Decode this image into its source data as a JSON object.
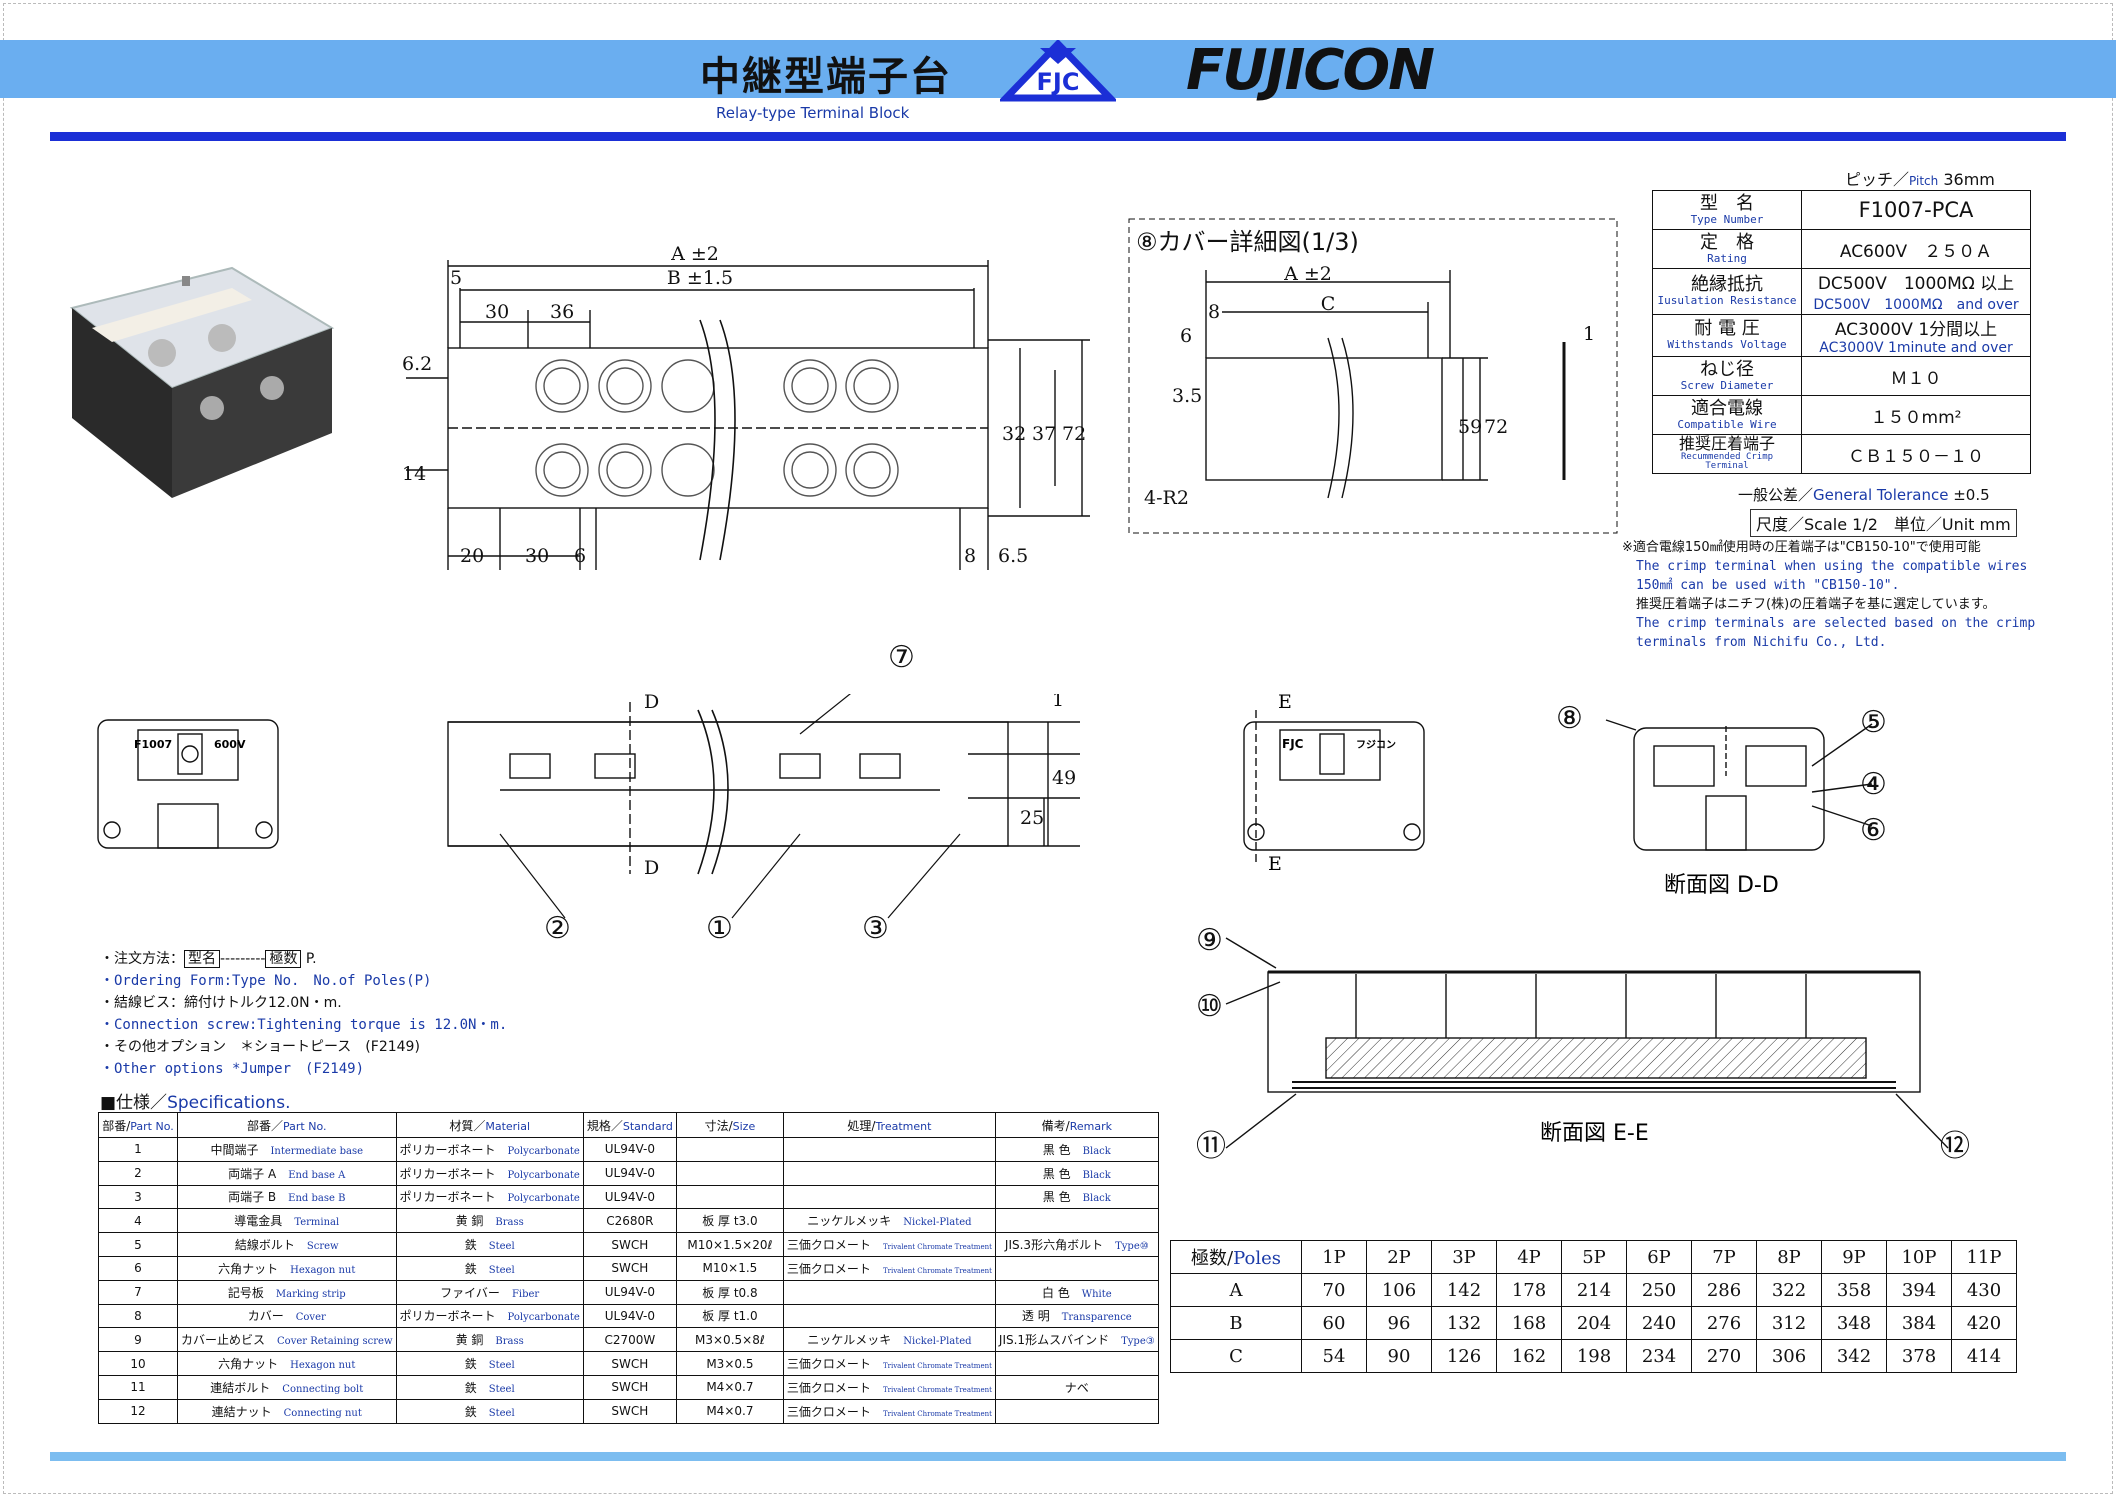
{
  "header": {
    "title_jp": "中継型端子台",
    "subtitle_en": "Relay-type Terminal Block",
    "logo_text": "FJC",
    "brand": "FUJICON"
  },
  "spec": {
    "pitch_jp": "ピッチ／",
    "pitch_en": "Pitch",
    "pitch_value": "36mm",
    "rows": [
      {
        "jp": "型　名",
        "en": "Type Number",
        "value": "F1007-PCA",
        "value2": ""
      },
      {
        "jp": "定　格",
        "en": "Rating",
        "value": "AC600V　２５０Ａ",
        "value2": ""
      },
      {
        "jp": "絶縁抵抗",
        "en": "Iusulation Resistance",
        "value": "DC500V　1000MΩ 以上",
        "value2": "DC500V　1000MΩ　and over"
      },
      {
        "jp": "耐 電 圧",
        "en": "Withstands Voltage",
        "value": "AC3000V 1分間以上",
        "value2": "AC3000V 1minute and over"
      },
      {
        "jp": "ねじ径",
        "en": "Screw Diameter",
        "value": "Ｍ１０",
        "value2": ""
      },
      {
        "jp": "適合電線",
        "en": "Compatible Wire",
        "value": "１５０mm²",
        "value2": ""
      },
      {
        "jp": "推奨圧着端子",
        "en": "Recummended Crimp Terminal",
        "value": "ＣＢ１５０－１０",
        "value2": ""
      }
    ],
    "tolerance_jp": "一般公差／",
    "tolerance_en": "General Tolerance",
    "tolerance_value": "±0.5",
    "scale": "尺度／Scale 1/2　単位／Unit mm",
    "notes": [
      {
        "text": "※適合電線150㎟使用時の圧着端子は\"CB150-10\"で使用可能",
        "en": false
      },
      {
        "text": "The crimp terminal when using the compatible wires",
        "en": true
      },
      {
        "text": "150㎟ can be used with \"CB150-10\".",
        "en": true
      },
      {
        "text": "推奨圧着端子はニチフ(株)の圧着端子を基に選定しています。",
        "en": false
      },
      {
        "text": "The crimp terminals are selected based on the crimp",
        "en": true
      },
      {
        "text": "terminals from Nichifu Co., Ltd.",
        "en": true
      }
    ]
  },
  "drawing": {
    "cover_title": "⑧カバー詳細図(1/3)",
    "section_dd": "断面図 D-D",
    "section_ee": "断面図 E-E",
    "dims": {
      "a": "A ±2",
      "b": "B ±1.5",
      "c": "C",
      "d5": "5",
      "d30": "30",
      "d36": "36",
      "d62": "6.2",
      "d14": "14",
      "d32": "32",
      "d37": "37",
      "d72": "72",
      "d20": "20",
      "d30b": "30",
      "d6": "6",
      "d8": "8",
      "d65": "6.5",
      "d1": "1",
      "d49": "49",
      "d25": "25",
      "c6": "6",
      "c8": "8",
      "c35": "3.5",
      "c59": "59",
      "c72": "72",
      "c1": "1",
      "r2": "4-R2",
      "sd": "D",
      "se": "E"
    },
    "callouts": [
      "①",
      "②",
      "③",
      "④",
      "⑤",
      "⑥",
      "⑦",
      "⑧",
      "⑨",
      "⑩",
      "⑪",
      "⑫"
    ],
    "label_f1007": "F1007",
    "label_600v": "600V",
    "label_fjc": "FJC",
    "label_fujicon": "フジコン"
  },
  "order": {
    "line1_a": "・注文方法：",
    "line1_box1": "型名",
    "line1_dash": "---------",
    "line1_box2": "極数",
    "line1_p": "P.",
    "line2": "・Ordering Form:Type No.　No.of Poles(P)",
    "line3": "・結線ビス：締付けトルク12.0N・m.",
    "line4": "・Connection screw:Tightening torque is 12.0N・m.",
    "line5": "・その他オプション　＊ショートピース　(F2149)",
    "line6": "・Other options *Jumper　(F2149)"
  },
  "parts": {
    "heading_jp": "■仕様／",
    "heading_en": "Specifications.",
    "headers": [
      {
        "jp": "部番/",
        "en": "Part No."
      },
      {
        "jp": "部番／",
        "en": "Part No."
      },
      {
        "jp": "材質／",
        "en": "Material"
      },
      {
        "jp": "規格／",
        "en": "Standard"
      },
      {
        "jp": "寸法/",
        "en": "Size"
      },
      {
        "jp": "処理/",
        "en": "Treatment"
      },
      {
        "jp": "備考/",
        "en": "Remark"
      }
    ],
    "rows": [
      {
        "no": "1",
        "name_jp": "中間端子",
        "name_en": "Intermediate base",
        "mat_jp": "ポリカーボネート",
        "mat_en": "Polycarbonate",
        "std": "UL94V-0",
        "size": "",
        "treat_jp": "",
        "treat_en": "",
        "rem_jp": "黒 色",
        "rem_en": "Black"
      },
      {
        "no": "2",
        "name_jp": "両端子 A",
        "name_en": "End base A",
        "mat_jp": "ポリカーボネート",
        "mat_en": "Polycarbonate",
        "std": "UL94V-0",
        "size": "",
        "treat_jp": "",
        "treat_en": "",
        "rem_jp": "黒 色",
        "rem_en": "Black"
      },
      {
        "no": "3",
        "name_jp": "両端子 B",
        "name_en": "End base B",
        "mat_jp": "ポリカーボネート",
        "mat_en": "Polycarbonate",
        "std": "UL94V-0",
        "size": "",
        "treat_jp": "",
        "treat_en": "",
        "rem_jp": "黒 色",
        "rem_en": "Black"
      },
      {
        "no": "4",
        "name_jp": "導電金具",
        "name_en": "Terminal",
        "mat_jp": "黄 銅",
        "mat_en": "Brass",
        "std": "C2680R",
        "size": "板 厚 t3.0",
        "treat_jp": "ニッケルメッキ",
        "treat_en": "Nickel-Plated",
        "rem_jp": "",
        "rem_en": ""
      },
      {
        "no": "5",
        "name_jp": "結線ボルト",
        "name_en": "Screw",
        "mat_jp": "鉄",
        "mat_en": "Steel",
        "std": "SWCH",
        "size": "M10×1.5×20ℓ",
        "treat_jp": "三価クロメート",
        "treat_en": "Trivalent Chromate Treatment",
        "rem_jp": "JIS.3形六角ボルト",
        "rem_en": "Type⑩"
      },
      {
        "no": "6",
        "name_jp": "六角ナット",
        "name_en": "Hexagon nut",
        "mat_jp": "鉄",
        "mat_en": "Steel",
        "std": "SWCH",
        "size": "M10×1.5",
        "treat_jp": "三価クロメート",
        "treat_en": "Trivalent Chromate Treatment",
        "rem_jp": "",
        "rem_en": ""
      },
      {
        "no": "7",
        "name_jp": "記号板",
        "name_en": "Marking strip",
        "mat_jp": "ファイバー",
        "mat_en": "Fiber",
        "std": "UL94V-0",
        "size": "板 厚 t0.8",
        "treat_jp": "",
        "treat_en": "",
        "rem_jp": "白 色",
        "rem_en": "White"
      },
      {
        "no": "8",
        "name_jp": "カバー",
        "name_en": "Cover",
        "mat_jp": "ポリカーボネート",
        "mat_en": "Polycarbonate",
        "std": "UL94V-0",
        "size": "板 厚 t1.0",
        "treat_jp": "",
        "treat_en": "",
        "rem_jp": "透 明",
        "rem_en": "Transparence"
      },
      {
        "no": "9",
        "name_jp": "カバー止めビス",
        "name_en": "Cover Retaining screw",
        "mat_jp": "黄 銅",
        "mat_en": "Brass",
        "std": "C2700W",
        "size": "M3×0.5×8ℓ",
        "treat_jp": "ニッケルメッキ",
        "treat_en": "Nickel-Plated",
        "rem_jp": "JIS.1形ムスバインド",
        "rem_en": "Type③"
      },
      {
        "no": "10",
        "name_jp": "六角ナット",
        "name_en": "Hexagon nut",
        "mat_jp": "鉄",
        "mat_en": "Steel",
        "std": "SWCH",
        "size": "M3×0.5",
        "treat_jp": "三価クロメート",
        "treat_en": "Trivalent Chromate Treatment",
        "rem_jp": "",
        "rem_en": ""
      },
      {
        "no": "11",
        "name_jp": "連結ボルト",
        "name_en": "Connecting bolt",
        "mat_jp": "鉄",
        "mat_en": "Steel",
        "std": "SWCH",
        "size": "M4×0.7",
        "treat_jp": "三価クロメート",
        "treat_en": "Trivalent Chromate Treatment",
        "rem_jp": "ナベ",
        "rem_en": ""
      },
      {
        "no": "12",
        "name_jp": "連結ナット",
        "name_en": "Connecting nut",
        "mat_jp": "鉄",
        "mat_en": "Steel",
        "std": "SWCH",
        "size": "M4×0.7",
        "treat_jp": "三価クロメート",
        "treat_en": "Trivalent Chromate Treatment",
        "rem_jp": "",
        "rem_en": ""
      }
    ]
  },
  "poles": {
    "header_jp": "極数/",
    "header_en": "Poles",
    "columns": [
      "1P",
      "2P",
      "3P",
      "4P",
      "5P",
      "6P",
      "7P",
      "8P",
      "9P",
      "10P",
      "11P"
    ],
    "rows": [
      {
        "label": "A",
        "values": [
          "70",
          "106",
          "142",
          "178",
          "214",
          "250",
          "286",
          "322",
          "358",
          "394",
          "430"
        ]
      },
      {
        "label": "B",
        "values": [
          "60",
          "96",
          "132",
          "168",
          "204",
          "240",
          "276",
          "312",
          "348",
          "384",
          "420"
        ]
      },
      {
        "label": "C",
        "values": [
          "54",
          "90",
          "126",
          "162",
          "198",
          "234",
          "270",
          "306",
          "342",
          "378",
          "414"
        ]
      }
    ]
  },
  "colors": {
    "accent_bar": "#6aaef0",
    "rule_blue": "#1b2fd6",
    "text_blue": "#1a3aa8"
  }
}
